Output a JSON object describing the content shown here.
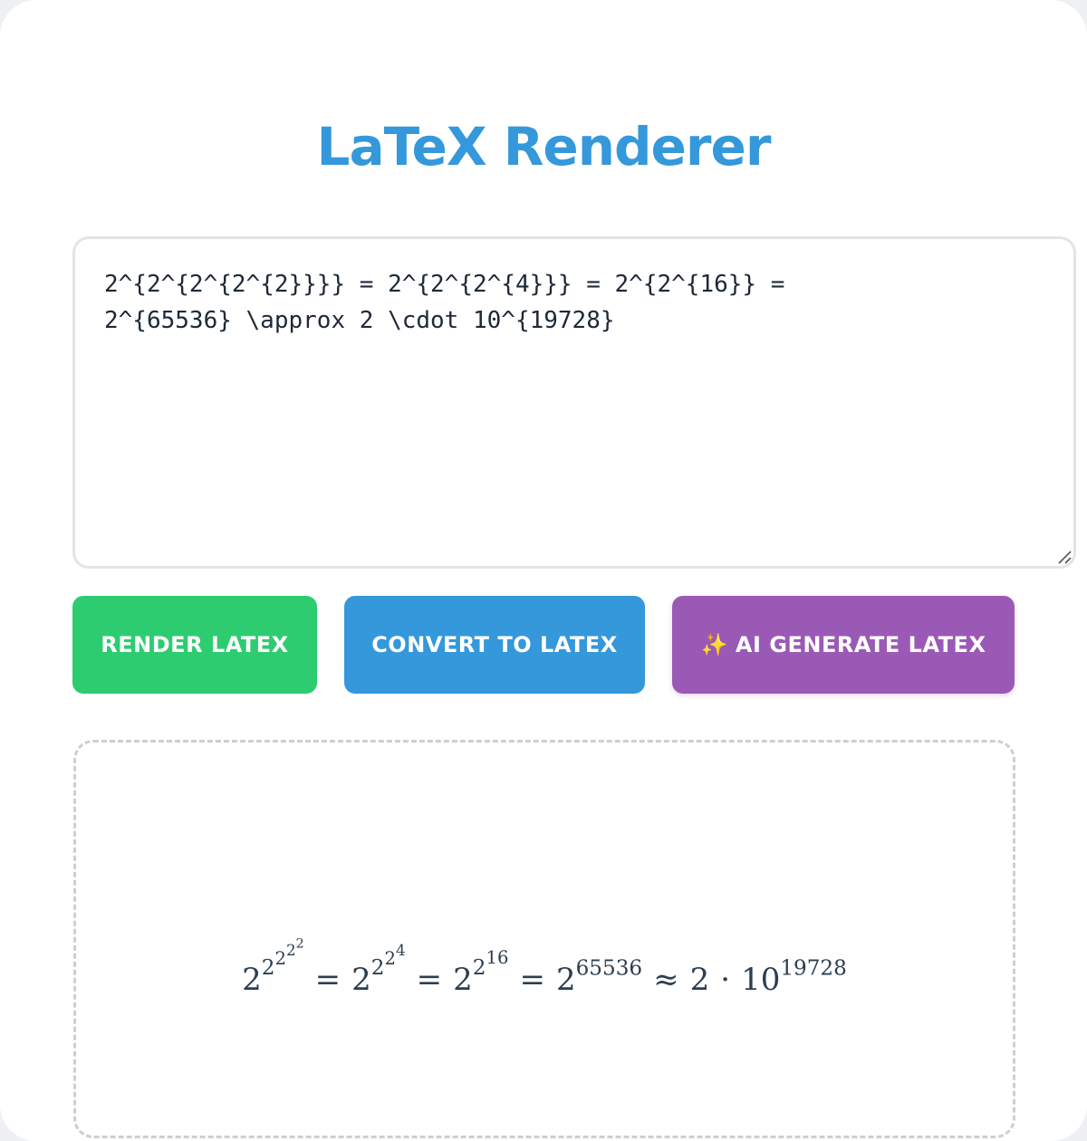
{
  "page": {
    "title": "LaTeX Renderer"
  },
  "editor": {
    "value": "2^{2^{2^{2^{2}}}} = 2^{2^{2^{4}}} = 2^{2^{16}} = 2^{65536} \\approx 2 \\cdot 10^{19728}",
    "line1": "2^{2^{2^{2^{2}}}} = 2^{2^{2^{4}}} = 2^{2^{16}} =",
    "line2": "2^{65536} \\approx 2 \\cdot 10^{19728}"
  },
  "buttons": {
    "render": {
      "label": "Render LaTeX",
      "color": "#2ecc71"
    },
    "convert": {
      "label": "Convert to LaTeX",
      "color": "#3498db"
    },
    "ai_generate": {
      "icon": "sparkles-icon",
      "glyph": "✨",
      "label": "AI Generate LaTeX",
      "color": "#9b59b6"
    }
  },
  "output": {
    "terms": [
      {
        "base": "2",
        "exp": [
          "2",
          "2",
          "2",
          "2"
        ]
      },
      {
        "base": "2",
        "exp": [
          "2",
          "2",
          "4"
        ]
      },
      {
        "base": "2",
        "exp": [
          "2",
          "16"
        ]
      },
      {
        "base": "2",
        "exp": [
          "65536"
        ]
      }
    ],
    "ops": [
      "=",
      "=",
      "=",
      "≈"
    ],
    "tail": {
      "coef": "2",
      "dot": "·",
      "base": "10",
      "exp": "19728"
    }
  },
  "colors": {
    "title": "#3498db",
    "math_text": "#2c3e50",
    "editor_border": "#e2e4e8",
    "output_border": "#cfcfcf"
  }
}
